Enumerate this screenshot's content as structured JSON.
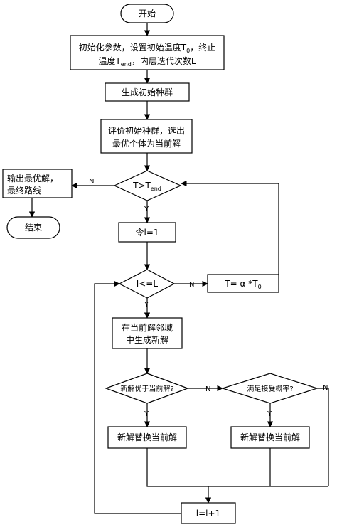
{
  "nodes": {
    "start": "开始",
    "init_line1_a": "初始化参数，设置初始温度T",
    "init_line1_sub": "0",
    "init_line1_b": "，终止",
    "init_line2_a": "温度T",
    "init_line2_sub": "end",
    "init_line2_b": "，内层迭代次数L",
    "generate": "生成初始种群",
    "evaluate_line1": "评价初始种群，选出",
    "evaluate_line2": "最优个体为当前解",
    "cond_temp_a": "T>T",
    "cond_temp_sub": "end",
    "output_line1": "输出最优解，",
    "output_line2": "最终路线",
    "end": "结束",
    "set_l": "令l=1",
    "cond_l": "l<=L",
    "update_temp_a": "T= α *T",
    "update_temp_sub": "0",
    "neighbor_line1": "在当前解邻域",
    "neighbor_line2": "中生成新解",
    "cond_better": "新解优于当前解?",
    "cond_accept": "满足接受概率?",
    "replace_left": "新解替换当前解",
    "replace_right": "新解替换当前解",
    "increment": "l=l+1"
  },
  "edge_labels": {
    "temp_no": "N",
    "temp_yes": "Y",
    "l_no": "N",
    "l_yes": "Y",
    "better_no": "N",
    "better_yes": "Y",
    "accept_no": "N",
    "accept_yes": "Y"
  }
}
